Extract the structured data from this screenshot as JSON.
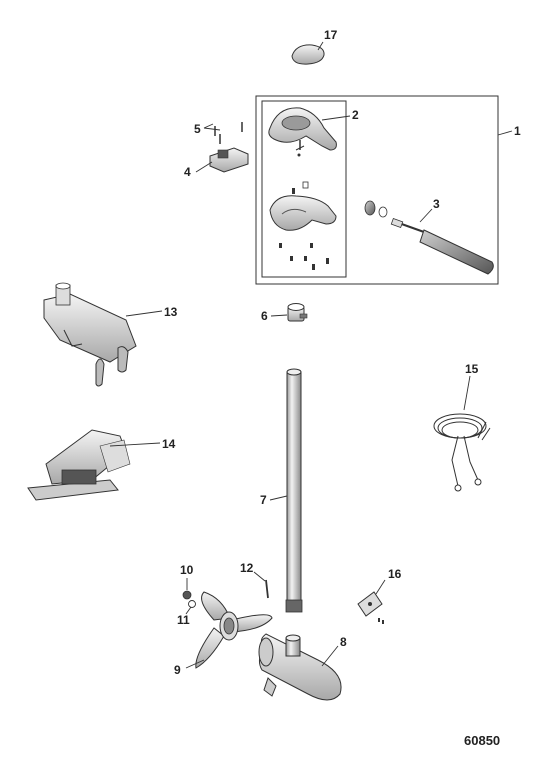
{
  "callouts": {
    "c1": "1",
    "c2": "2",
    "c3": "3",
    "c4": "4",
    "c5": "5",
    "c6": "6",
    "c7": "7",
    "c8": "8",
    "c9": "9",
    "c10": "10",
    "c11": "11",
    "c12": "12",
    "c13": "13",
    "c14": "14",
    "c15": "15",
    "c16": "16",
    "c17": "17"
  },
  "figure_ref": "60850",
  "colors": {
    "line": "#333333",
    "shade_light": "#e4e4e4",
    "shade_mid": "#bdbdbd",
    "shade_dark": "#7a7a7a"
  }
}
